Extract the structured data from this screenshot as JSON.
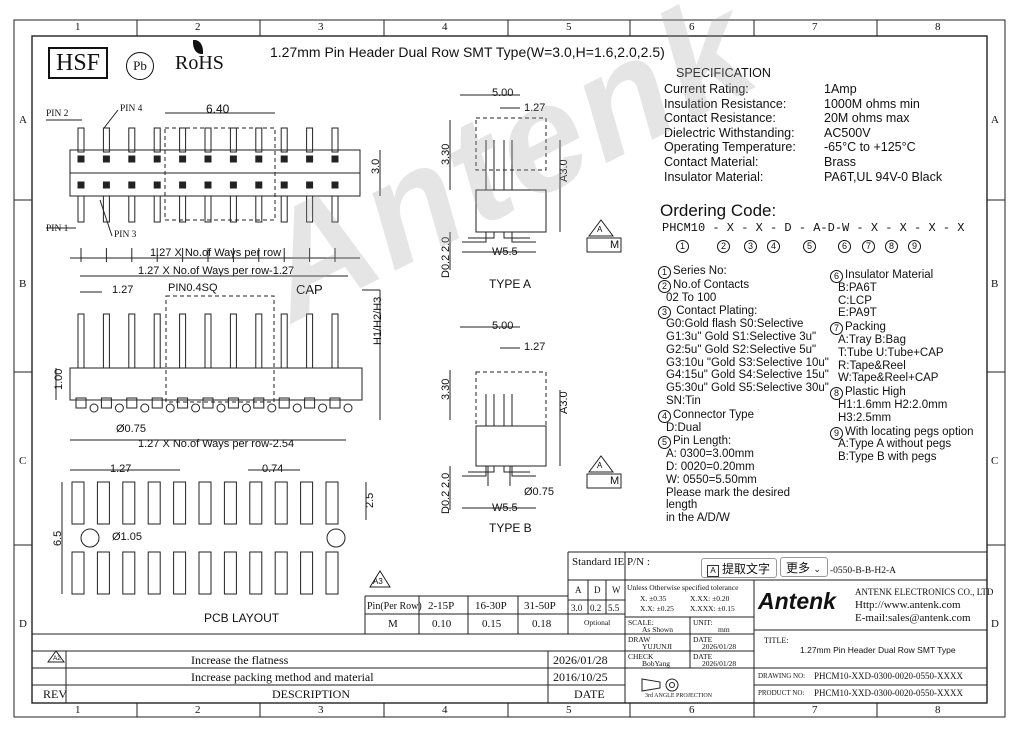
{
  "grid": {
    "cols": [
      "1",
      "2",
      "3",
      "4",
      "5",
      "6",
      "7",
      "8"
    ],
    "rows": [
      "A",
      "B",
      "C",
      "D"
    ]
  },
  "logos": {
    "hsf": "HSF",
    "pb": "Pb",
    "rohs": "RoHS"
  },
  "title": "1.27mm Pin Header  Dual Row  SMT Type(W=3.0,H=1.6,2.0,2.5)",
  "top_view": {
    "pin2": "PIN 2",
    "pin4": "PIN 4",
    "pin1": "PIN 1",
    "pin3": "PIN 3",
    "dim_width": "6.40",
    "dim_height": "3.0"
  },
  "side_view": {
    "dim1": "1.27 X No.of Ways per row",
    "dim2": "1.27 X No.of Ways per row-1.27",
    "dim3": "1.27",
    "pin_label": "PIN0.4SQ",
    "cap_label": "CAP",
    "height_label": "H1/H2/H3",
    "dim_100": "1.00",
    "dim_075": "Ø0.75",
    "dim4": "1.27 X No.of Ways per row-2.54"
  },
  "type_a": {
    "dim_w": "5.00",
    "dim_127": "1.27",
    "dim_330": "3.30",
    "dim_a30": "A3.0",
    "dim_d02": "D0.2",
    "dim_20": "2.0",
    "dim_w55": "W5.5",
    "rev_tag": "A",
    "m_tag": "M",
    "label": "TYPE A"
  },
  "type_b": {
    "dim_w": "5.00",
    "dim_127": "1.27",
    "dim_330": "3.30",
    "dim_a30": "A3.0",
    "dim_d02": "D0.2",
    "dim_20": "2.0",
    "dim_w55": "W5.5",
    "dim_075": "Ø0.75",
    "rev_tag": "A",
    "m_tag": "M",
    "label": "TYPE B"
  },
  "pcb": {
    "dim_127": "1.27",
    "dim_074": "0.74",
    "dim_25": "2.5",
    "dim_65": "6.5",
    "dim_105": "Ø1.05",
    "rev_tag": "A3",
    "label": "PCB LAYOUT"
  },
  "spec": {
    "title": "SPECIFICATION",
    "rows": [
      {
        "k": "Current Rating:",
        "v": "1Amp"
      },
      {
        "k": "Insulation Resistance:",
        "v": "1000M ohms min"
      },
      {
        "k": "Contact Resistance:",
        "v": "20M ohms max"
      },
      {
        "k": "Dielectric Withstanding:",
        "v": "AC500V"
      },
      {
        "k": "Operating Temperature:",
        "v": "-65°C to +125°C"
      },
      {
        "k": "Contact Material:",
        "v": "Brass"
      },
      {
        "k": "Insulator Material:",
        "v": "PA6T,UL 94V-0 Black"
      }
    ]
  },
  "ordering": {
    "title": "Ordering Code:",
    "code": "PHCM10 - X - X - D - A-D-W - X - X - X - X",
    "nums": [
      "1",
      "2",
      "3",
      "4",
      "5",
      "6",
      "7",
      "8",
      "9"
    ],
    "left": [
      {
        "n": "1",
        "lines": [
          "Series No:"
        ]
      },
      {
        "n": "2",
        "lines": [
          "No.of Contacts",
          "   02 To 100"
        ]
      },
      {
        "n": "3",
        "lines": [
          " Contact Plating:",
          "G0:Gold flash S0:Selective",
          "G1:3u\" Gold   S1:Selective 3u\"",
          "G2:5u\" Gold   S2:Selective 5u\"",
          "G3:10u \"Gold  S3:Selective 10u\"",
          "G4:15u\" Gold  S4:Selective 15u\"",
          "G5:30u\" Gold  S5:Selective 30u\"",
          "SN:Tin"
        ]
      },
      {
        "n": "4",
        "lines": [
          "Connector Type",
          "D:Dual"
        ]
      },
      {
        "n": "5",
        "lines": [
          "Pin Length:",
          "A: 0300=3.00mm",
          "D: 0020=0.20mm",
          "W: 0550=5.50mm",
          "Please mark the desired",
          "length",
          "in the A/D/W"
        ]
      }
    ],
    "right": [
      {
        "n": "6",
        "lines": [
          "Insulator Material",
          "B:PA6T",
          "C:LCP",
          "E:PA9T"
        ]
      },
      {
        "n": "7",
        "lines": [
          "Packing",
          "A:Tray    B:Bag",
          "T:Tube   U:Tube+CAP",
          "R:Tape&Reel",
          "W:Tape&Reel+CAP"
        ]
      },
      {
        "n": "8",
        "lines": [
          "Plastic High",
          "H1:1.6mm    H2:2.0mm",
          "H3:2.5mm"
        ]
      },
      {
        "n": "9",
        "lines": [
          "With locating pegs option",
          "A:Type A without pegs",
          "B:Type B with pegs"
        ]
      }
    ]
  },
  "watermark": "Antenk",
  "standard_pn": {
    "label": "Standard IE P/N :",
    "value": "-0550-B-B-H2-A",
    "btn_extract": "提取文字",
    "btn_more": "更多"
  },
  "pin_table": {
    "header": [
      "Pin(Per Row)",
      "2-15P",
      "16-30P",
      "31-50P"
    ],
    "row": [
      "M",
      "0.10",
      "0.15",
      "0.18"
    ]
  },
  "tolerance": {
    "cols": [
      "A",
      "D",
      "W"
    ],
    "vals": [
      "3.0",
      "0.2",
      "5.5"
    ],
    "optional": "Optional",
    "note": "Unless Otherwise specified tolerance",
    "t1": "X. ±0.35",
    "t2": "X.XX: ±0.20",
    "t3": "X.X: ±0.25",
    "t4": "X.XXX: ±0.15"
  },
  "company": {
    "name": "ANTENK ELECTRONICS CO., LTD",
    "logo": "Antenk",
    "web": "Http://www.antenk.com",
    "email": "E-mail:sales@antenk.com"
  },
  "title_block": {
    "scale_label": "SCALE:",
    "scale_val": "As Shown",
    "unit_label": "UNIT:",
    "unit_val": "mm",
    "draw_label": "DRAW",
    "draw_name": "YUJUNJI",
    "date_label": "DATE",
    "draw_date": "2026/01/28",
    "check_label": "CHECK",
    "check_name": "BobYang",
    "check_date": "2026/01/28",
    "projection": "3rd ANGLE PROJECTION",
    "title_label": "TITLE:",
    "title_val": "1.27mm Pin Header Dual Row SMT Type",
    "drawing_no_label": "DRAWING NO:",
    "drawing_no": "PHCM10-XXD-0300-0020-0550-XXXX",
    "product_no_label": "PRODUCT NO:",
    "product_no": "PHCM10-XXD-0300-0020-0550-XXXX"
  },
  "revisions": [
    {
      "rev": "A2",
      "desc": "Increase the flatness",
      "date": "2026/01/28"
    },
    {
      "rev": "",
      "desc": "Increase packing method and material",
      "date": "2016/10/25"
    }
  ],
  "rev_header": {
    "rev": "REV",
    "desc": "DESCRIPTION",
    "date": "DATE"
  }
}
